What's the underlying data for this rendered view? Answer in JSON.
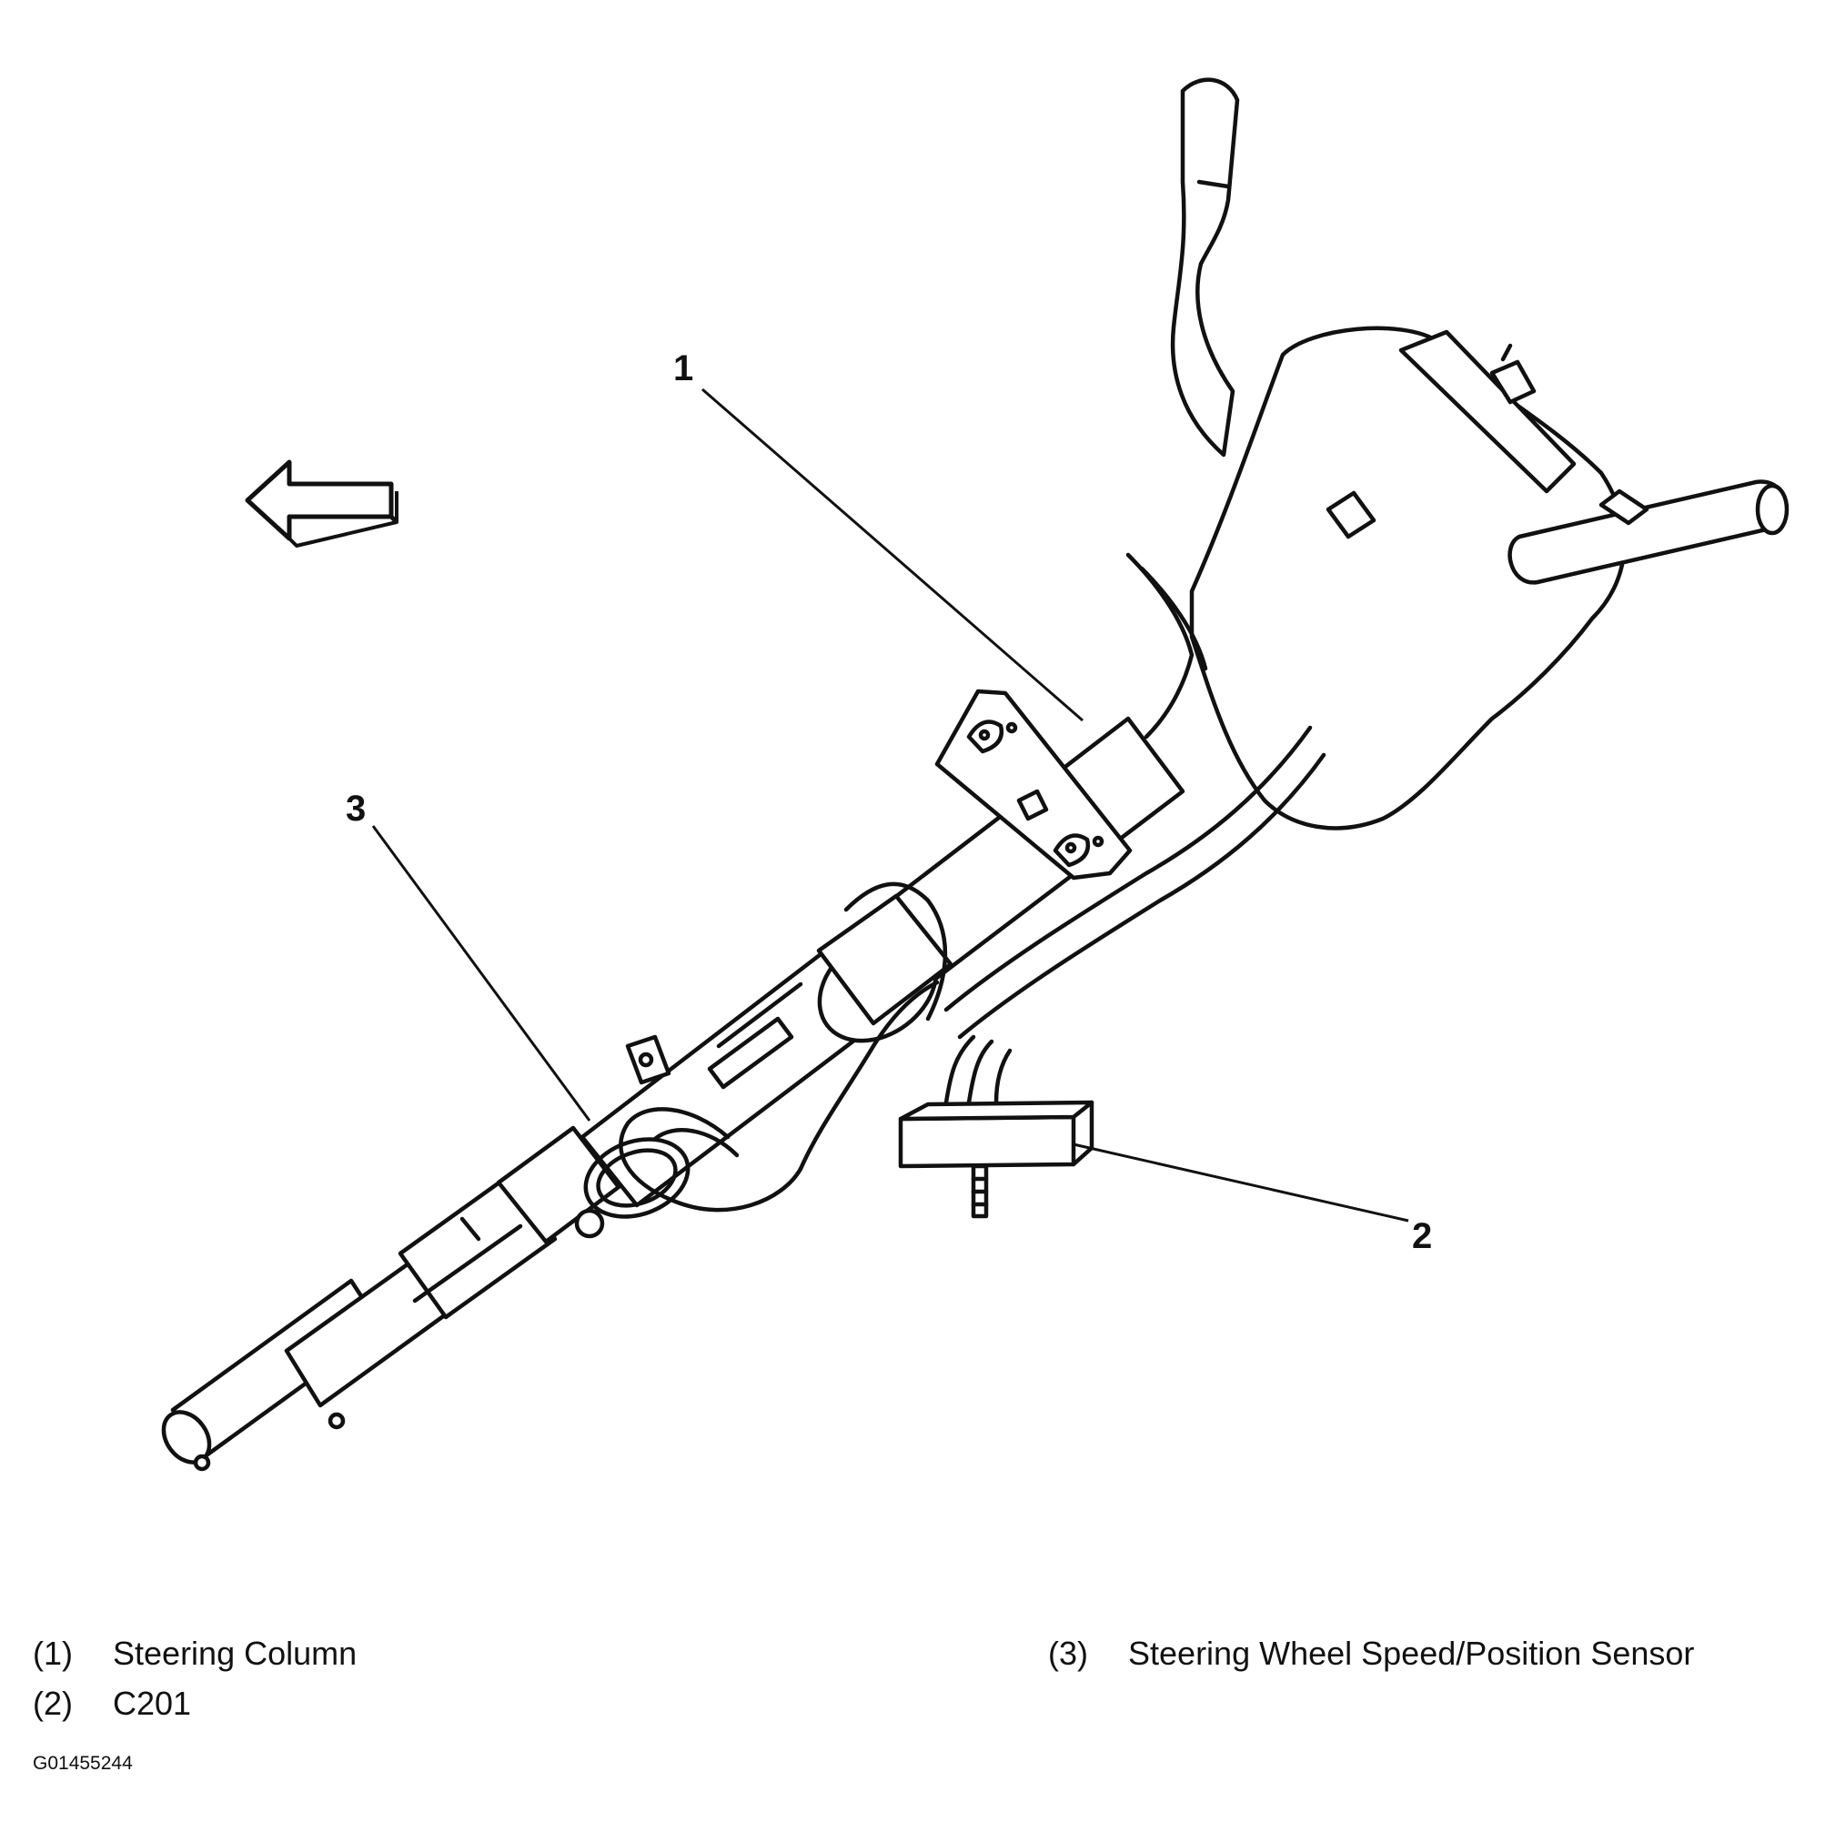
{
  "callouts": [
    {
      "number": "1",
      "name": "Steering Column"
    },
    {
      "number": "2",
      "name": "C201"
    },
    {
      "number": "3",
      "name": "Steering Wheel Speed/Position Sensor"
    }
  ],
  "legend": [
    {
      "number": "(1)",
      "text": "Steering Column"
    },
    {
      "number": "(2)",
      "text": "C201"
    },
    {
      "number": "(3)",
      "text": "Steering Wheel Speed/Position Sensor"
    }
  ],
  "figure_id": "G01455244",
  "colors": {
    "ink": "#111111",
    "background": "#ffffff"
  },
  "icons": {
    "direction_arrow": "left-arrow-icon"
  }
}
